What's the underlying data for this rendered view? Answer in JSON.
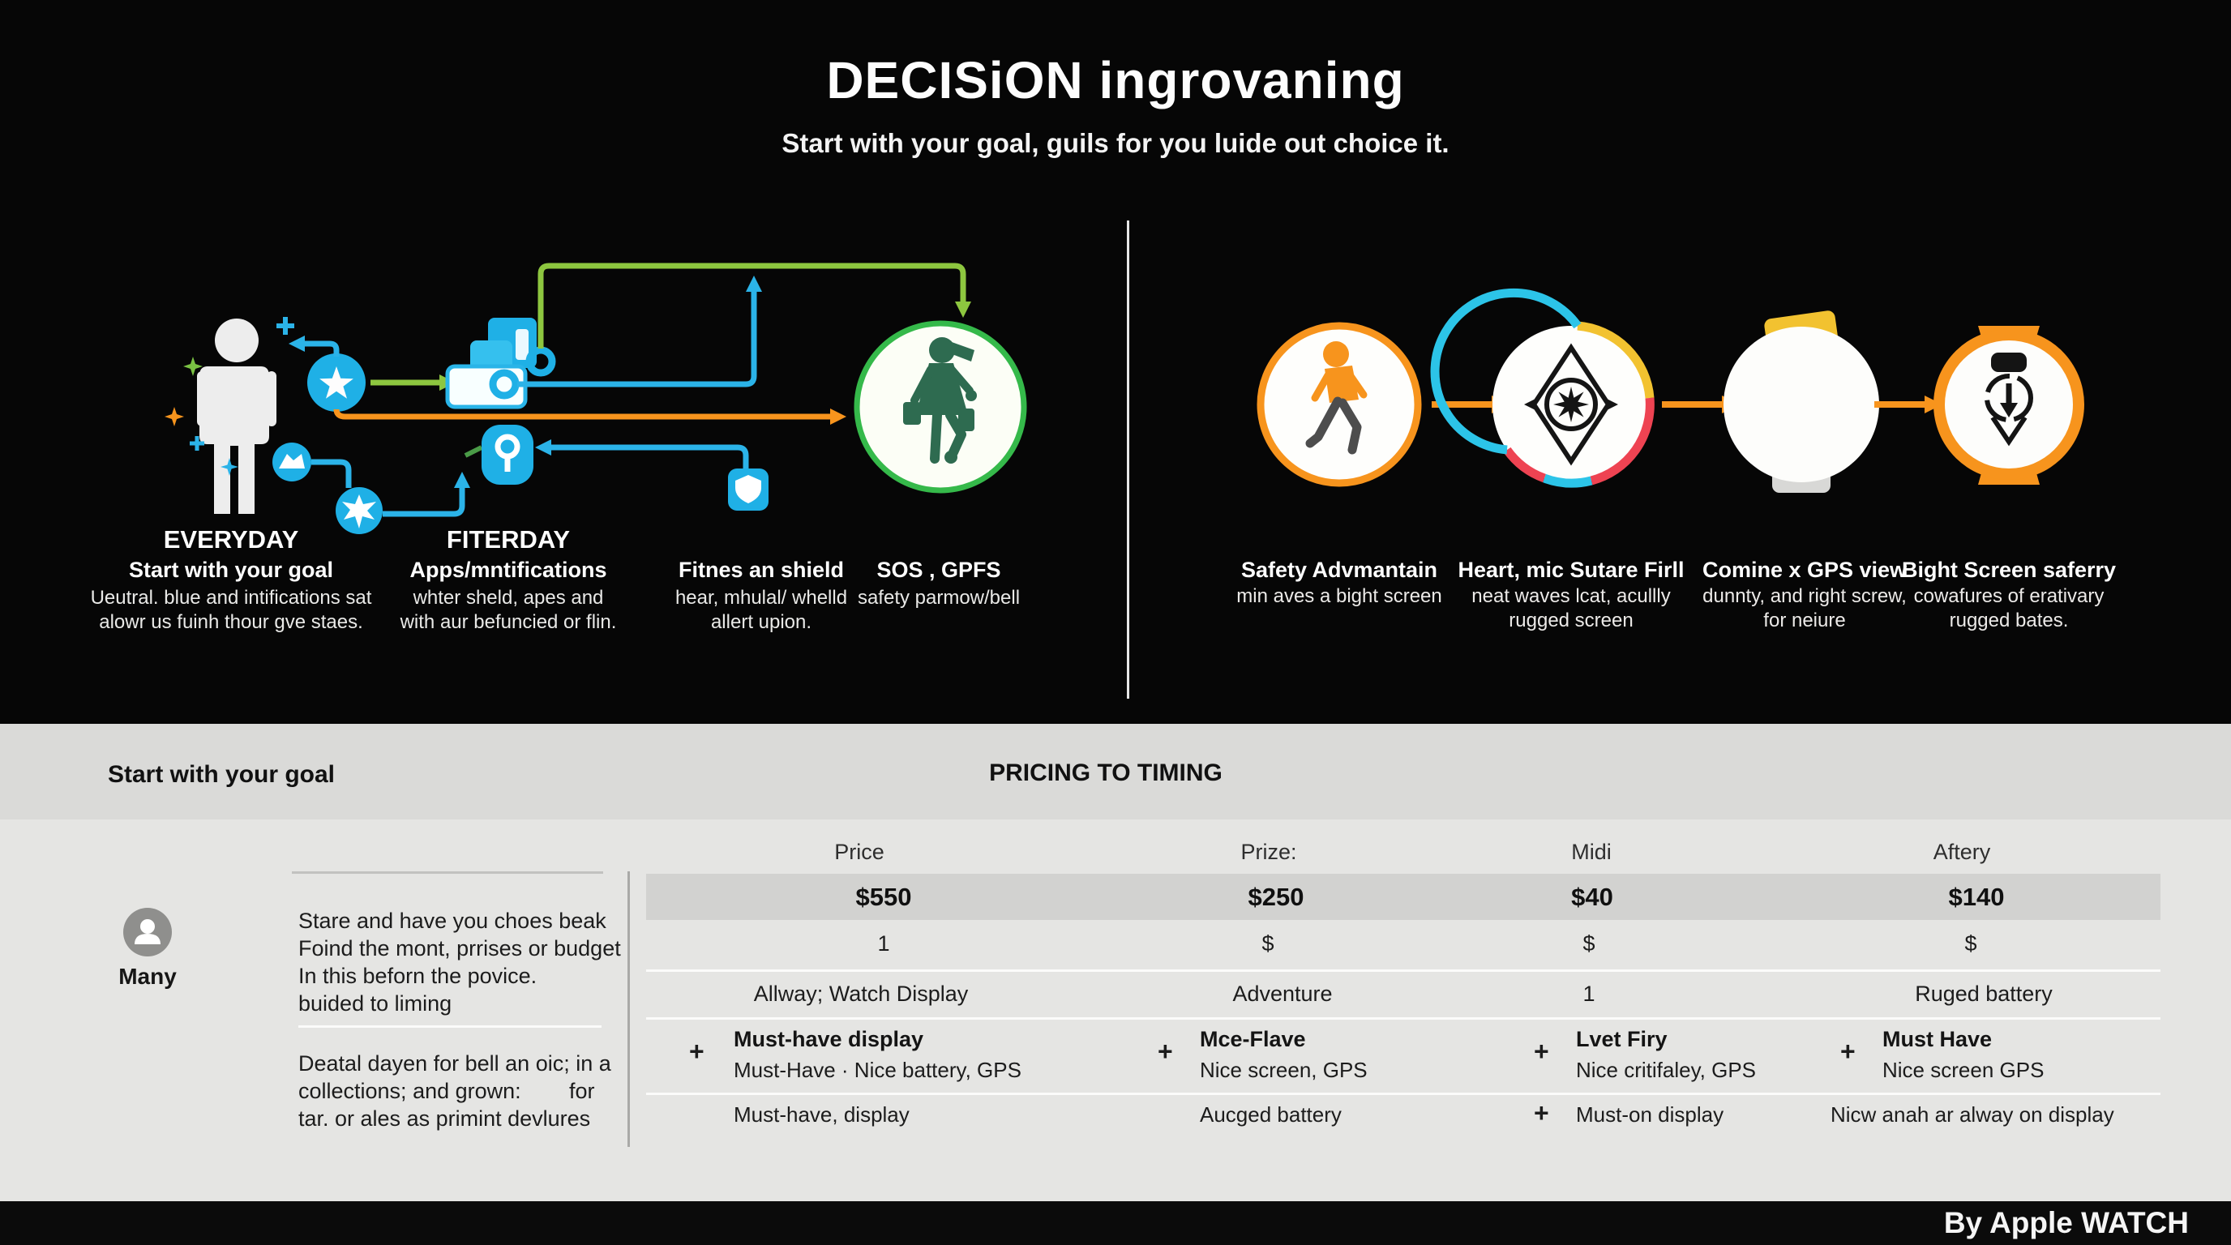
{
  "title": "DECISiON ingrovaning",
  "subtitle": "Start with your goal, guils for you luide out choice it.",
  "flow_steps": [
    {
      "name": "EVERYDAY",
      "heading": "Start with your goal",
      "lines": [
        "Ueutral. blue and intifications sat",
        "alowr us fuinh thour gve staes."
      ]
    },
    {
      "name": "FITERDAY",
      "heading": "Apps/mntifications",
      "lines": [
        "whter sheld, apes and",
        "with aur befuncied or flin."
      ]
    },
    {
      "name": "",
      "heading": "Fitnes an shield",
      "lines": [
        "hear, mhulal/ whelld",
        "allert upion."
      ]
    },
    {
      "name": "",
      "heading": "SOS , GPFS",
      "lines": [
        "safety parmow/bell",
        ""
      ]
    }
  ],
  "watch_steps": [
    {
      "heading": "Safety Advmantain",
      "lines": [
        "min aves a bight screen",
        ""
      ]
    },
    {
      "heading": "Heart, mic Sutare Firll",
      "lines": [
        "neat waves lcat, acullly",
        "rugged screen"
      ]
    },
    {
      "heading": "Comine x GPS view",
      "lines": [
        "dunnty, and right screw,",
        "for neiure"
      ]
    },
    {
      "heading": "Bight Screen saferry",
      "lines": [
        "cowafures of erativary",
        "rugged bates."
      ]
    }
  ],
  "pricing": {
    "left_heading": "Start with your goal",
    "section_heading": "PRICING TO TIMING",
    "avatar_label": "Many",
    "notes_top": [
      "Stare and have you choes beak",
      "Foind the mont, prrises or budget",
      "In this beforn the povice.",
      "buided to liming"
    ],
    "notes_bottom": [
      "Deatal dayen for bell an oic; in a",
      "collections; and grown:",
      "tar. or ales as primint devlures"
    ],
    "notes_bottom_right": "for",
    "headers": [
      "Price",
      "Prize:",
      "Midi",
      "Aftery"
    ],
    "prices": [
      "$550",
      "$250",
      "$40",
      "$140"
    ],
    "row_symbols": [
      "1",
      "$",
      "$",
      "$"
    ],
    "row_features": [
      "Allway; Watch Display",
      "Adventure",
      "1",
      "Ruged battery"
    ],
    "row_musts": [
      {
        "plus": "+",
        "line1": "Must-have display",
        "line2": "Must-Have · Nice battery, GPS"
      },
      {
        "plus": "+",
        "line1": "Mce-Flave",
        "line2": "Nice screen, GPS"
      },
      {
        "plus": "+",
        "line1": "Lvet Firy",
        "line2": "Nice critifaley, GPS"
      },
      {
        "plus": "+",
        "line1": "Must Have",
        "line2": "Nice screen GPS"
      }
    ],
    "row_last": [
      {
        "plus": "",
        "text": "Must-have, display"
      },
      {
        "plus": "",
        "text": "Aucged battery"
      },
      {
        "plus": "+",
        "text": "Must-on display"
      },
      {
        "plus": "",
        "text": "Nicw anah ar alway on display"
      }
    ]
  },
  "footer": {
    "credit": "By Apple WATCH"
  },
  "colors": {
    "blue": "#29b4e8",
    "green_line": "#8dc63f",
    "green_ring": "#35b94a",
    "orange": "#f7941d",
    "cyan": "#2cc4e8",
    "yellow": "#f2c230",
    "red": "#ee4352"
  }
}
